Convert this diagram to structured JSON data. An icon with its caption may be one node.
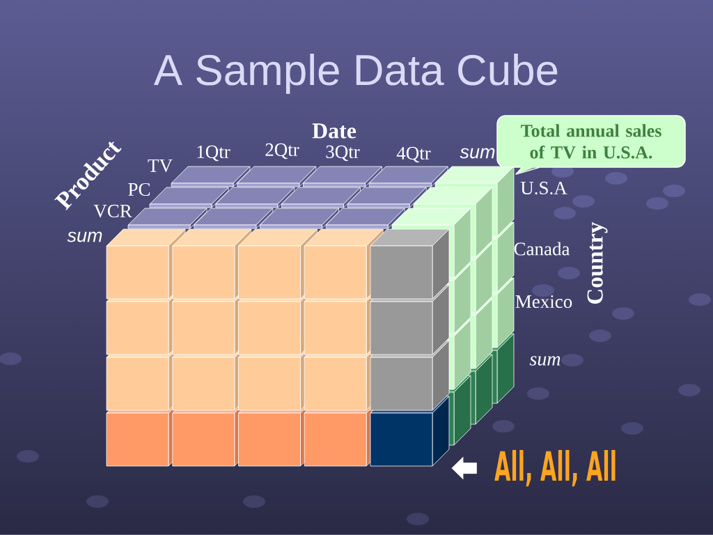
{
  "diagram": {
    "title": "A Sample Data Cube",
    "nodes": [
      {
        "text": [
          "Total annual sales of TV in U.S.A."
        ]
      },
      {
        "text": [
          "All, All, All"
        ]
      },
      {
        "text": [],
        "shape": "cube"
      }
    ],
    "edges": [
      {
        "from": 1,
        "to": 2,
        "arrow": "to"
      }
    ],
    "labels": [
      "Date",
      "1Qtr",
      "2Qtr",
      "3Qtr",
      "4Qtr",
      "sum",
      "Product",
      "TV",
      "PC",
      "VCR",
      "sum",
      "Country",
      "U.S.A",
      "Canada",
      "Mexico",
      "sum"
    ]
  }
}
